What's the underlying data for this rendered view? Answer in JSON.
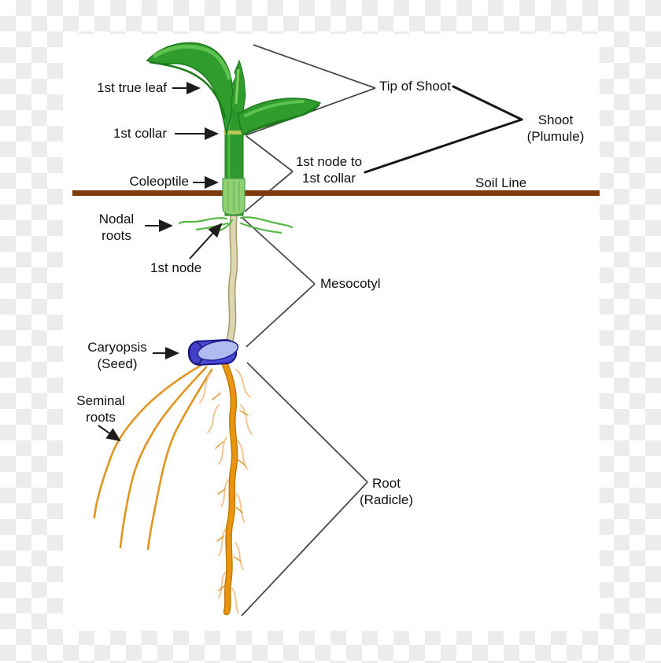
{
  "diagram": {
    "subject": "corn-seedling-anatomy",
    "labels": {
      "first_true_leaf": "1st true leaf",
      "first_collar": "1st collar",
      "coleoptile": "Coleoptile",
      "nodal_roots_line1": "Nodal",
      "nodal_roots_line2": "roots",
      "first_node": "1st node",
      "caryopsis_line1": "Caryopsis",
      "caryopsis_line2": "(Seed)",
      "seminal_roots_line1": "Seminal",
      "seminal_roots_line2": "roots",
      "tip_of_shoot": "Tip of Shoot",
      "shoot_line1": "Shoot",
      "shoot_line2": "(Plumule)",
      "node_to_collar_line1": "1st node to",
      "node_to_collar_line2": "1st collar",
      "soil_line": "Soil Line",
      "mesocotyl": "Mesocotyl",
      "root_line1": "Root",
      "root_line2": "(Radicle)"
    },
    "colors": {
      "leaf_green": "#2f9c2d",
      "leaf_highlight": "#5ec24e",
      "leaf_dark_edge": "#1d7a1d",
      "stem_green": "#2c9a2c",
      "collar_yellow": "#b9c94f",
      "coleoptile_green": "#8ed173",
      "nodal_root_green": "#56b847",
      "soil_brown": "#7e3b0e",
      "mesocotyl_tan": "#ddd6b2",
      "mesocotyl_outline": "#a59b66",
      "seed_blue": "#4a49d4",
      "seed_light_blue": "#b0bcf0",
      "seed_outline": "#1a1680",
      "radicle_orange": "#ea950f",
      "radicle_outline": "#c17a06",
      "root_hair_light": "#f2c18c",
      "seminal_orange": "#e1951f",
      "pointer_gray": "#4a4a4a",
      "bracket_black": "#161616",
      "text_black": "#111111",
      "checker_gray": "#ececec"
    }
  }
}
